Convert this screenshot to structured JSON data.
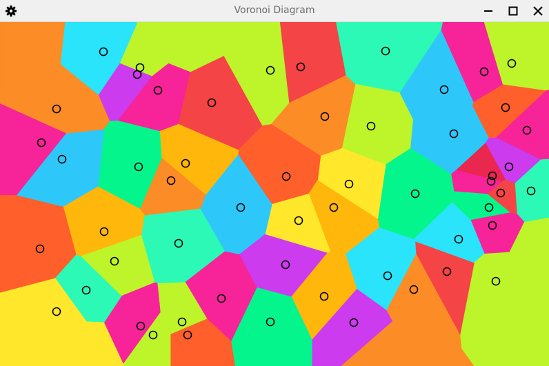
{
  "window": {
    "title": "Voronoi Diagram",
    "icons": {
      "settings": "gear-icon",
      "minimize": "minimize-icon",
      "maximize": "maximize-icon",
      "close": "close-icon"
    }
  },
  "diagram": {
    "palette": {
      "cyan": "#29E4FB",
      "lime": "#BEF42A",
      "magenta": "#CC3BEE",
      "pink": "#F72398",
      "red": "#F44445",
      "green": "#2CF9B5",
      "sky": "#2DC8F9",
      "orange": "#FB8C26",
      "yellow": "#FFE82C",
      "amber": "#FFB70C",
      "vermilion": "#FF5F2B",
      "mint": "#05F58D",
      "crimson": "#E9274F"
    },
    "site_count": 60,
    "site_marker": "circle",
    "site_stroke": "#000000"
  }
}
